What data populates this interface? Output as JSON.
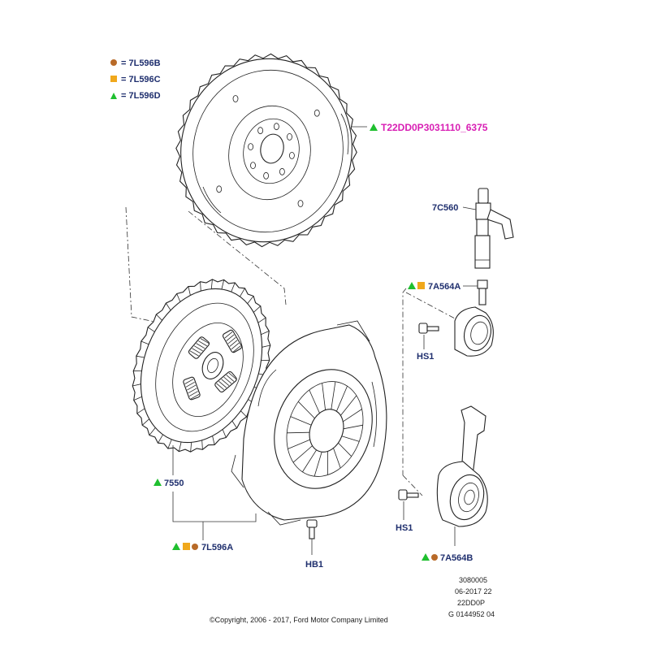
{
  "legend": [
    {
      "symbol": "circle",
      "color": "#b86a28",
      "text": "= 7L596B"
    },
    {
      "symbol": "square",
      "color": "#f0a81c",
      "text": "= 7L596C"
    },
    {
      "symbol": "triangle",
      "color": "#1fbf2f",
      "text": "= 7L596D"
    }
  ],
  "colors": {
    "circle": "#b86a28",
    "square": "#f0a81c",
    "triangle": "#1fbf2f",
    "label": "#1f2f6e",
    "code": "#d81fb4"
  },
  "callouts": {
    "flywheel_code": "T22DD0P3031110_6375",
    "sensor": "7C560",
    "pipe": "7A564A",
    "hs1_top": "HS1",
    "disc": "7550",
    "kit": "7L596A",
    "hb1": "HB1",
    "hs1_bottom": "HS1",
    "slave": "7A564B"
  },
  "footer": {
    "line1": "3080005",
    "line2": "06-2017 22",
    "line3": "22DD0P",
    "line4": "G 0144952 04",
    "copyright": "©Copyright, 2006 - 2017, Ford Motor Company Limited"
  }
}
